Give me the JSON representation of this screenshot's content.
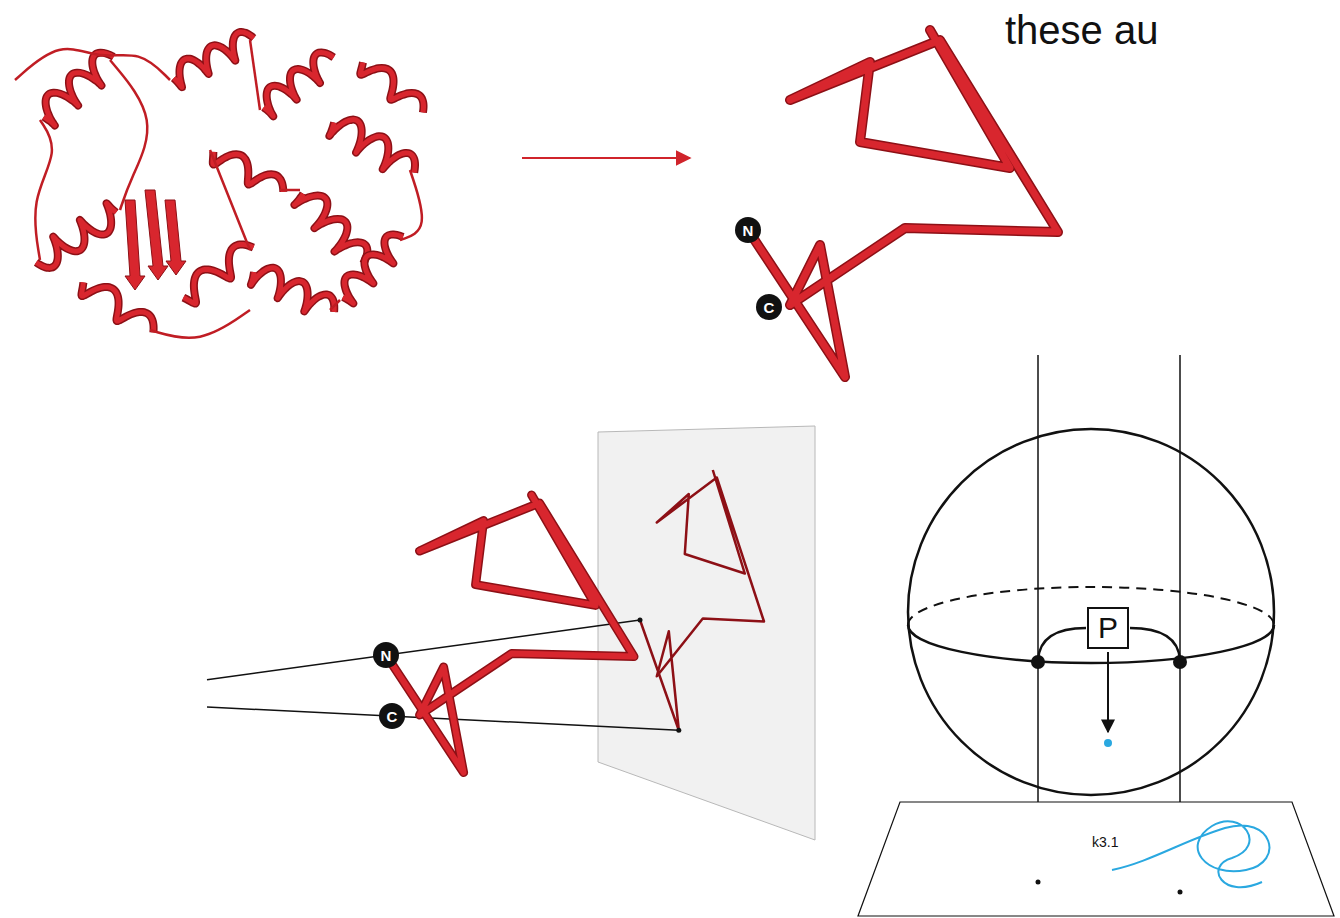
{
  "diagram": {
    "nodes": [
      {
        "text": [
          "N"
        ]
      },
      {
        "text": [
          "C"
        ]
      },
      {
        "text": [
          "N"
        ]
      },
      {
        "text": [
          "C"
        ]
      },
      {
        "text": [
          "P"
        ]
      }
    ],
    "labels": [
      "these au",
      "k3.1"
    ]
  }
}
